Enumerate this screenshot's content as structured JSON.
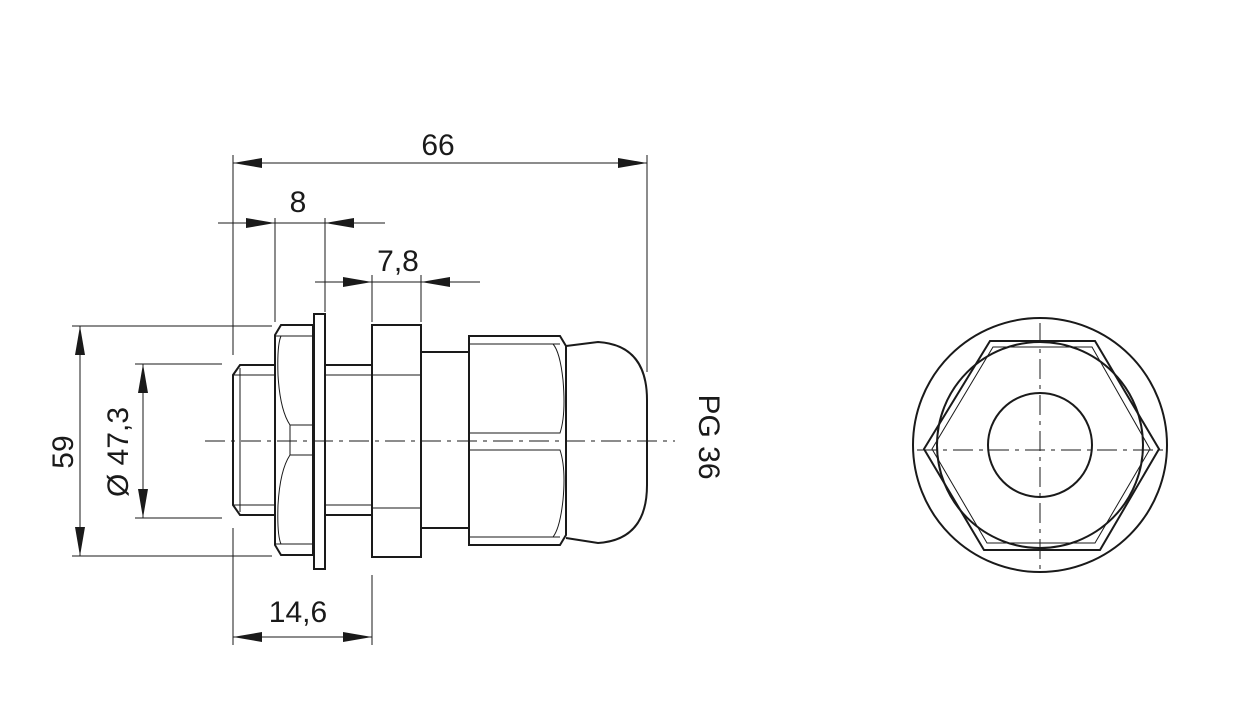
{
  "drawing": {
    "dimensions": {
      "overall_length": "66",
      "hex_width": "8",
      "nut_width": "7,8",
      "height": "59",
      "thread_diameter": "Ø 47,3",
      "thread_length": "14,6"
    },
    "thread_label": "PG 36"
  },
  "colors": {
    "line": "#1a1a1a",
    "background": "#ffffff"
  }
}
